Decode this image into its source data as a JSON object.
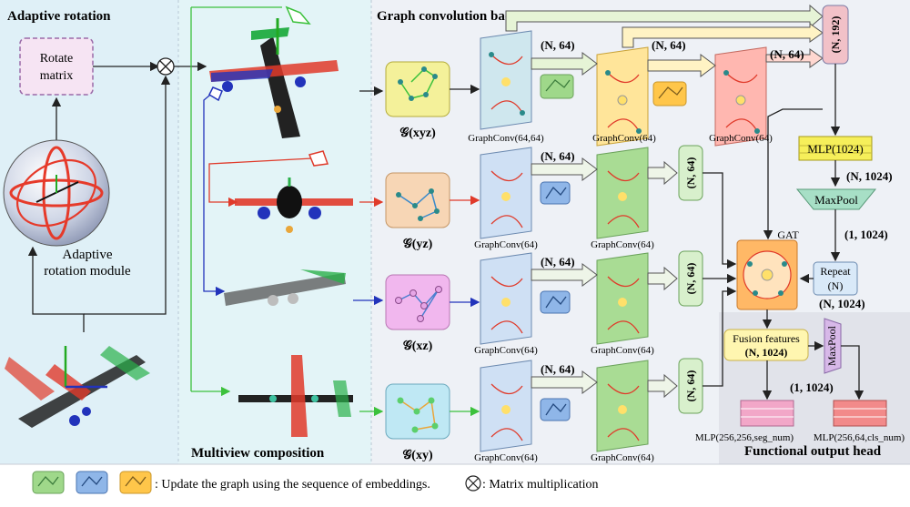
{
  "sections": {
    "adaptive_rotation": "Adaptive rotation",
    "multiview": "Multiview composition",
    "backbone": "Graph convolution backbone",
    "output_head": "Functional output head"
  },
  "rotation": {
    "rotate_matrix_line1": "Rotate",
    "rotate_matrix_line2": "matrix",
    "module_line1": "Adaptive",
    "module_line2": "rotation module"
  },
  "graphs": {
    "xyz": "𝒢(xyz)",
    "yz": "𝒢(yz)",
    "xz": "𝒢(xz)",
    "xy": "𝒢(xy)"
  },
  "graphconv": {
    "first_row1": "GraphConv(64,64)",
    "default": "GraphConv(64)"
  },
  "tensors": {
    "n64": "(N, 64)",
    "n192": "(N, 192)",
    "n1024": "(N, 1024)",
    "one1024": "(1, 1024)"
  },
  "head": {
    "mlp1024": "MLP(1024)",
    "maxpool": "MaxPool",
    "gat": "GAT",
    "repeat_line1": "Repeat",
    "repeat_line2": "(N)",
    "fusion": "Fusion features",
    "mlp_seg": "MLP(256,256,seg_num)",
    "mlp_cls": "MLP(256,64,cls_num)"
  },
  "legend": {
    "update_text": ": Update the graph using the sequence of  embeddings.",
    "matmul_text": ": Matrix multiplication"
  },
  "colors": {
    "left_panel": "#dff0f7",
    "mid_panel": "#e3f4f7",
    "backbone_panel": "#eef1f6",
    "head_panel": "#e4e6ec",
    "green_plane": "#b6e3a4",
    "blue_plane": "#c9dcf2",
    "yellow_plane": "#ffe59a",
    "red_plane": "#ffb7b0"
  }
}
